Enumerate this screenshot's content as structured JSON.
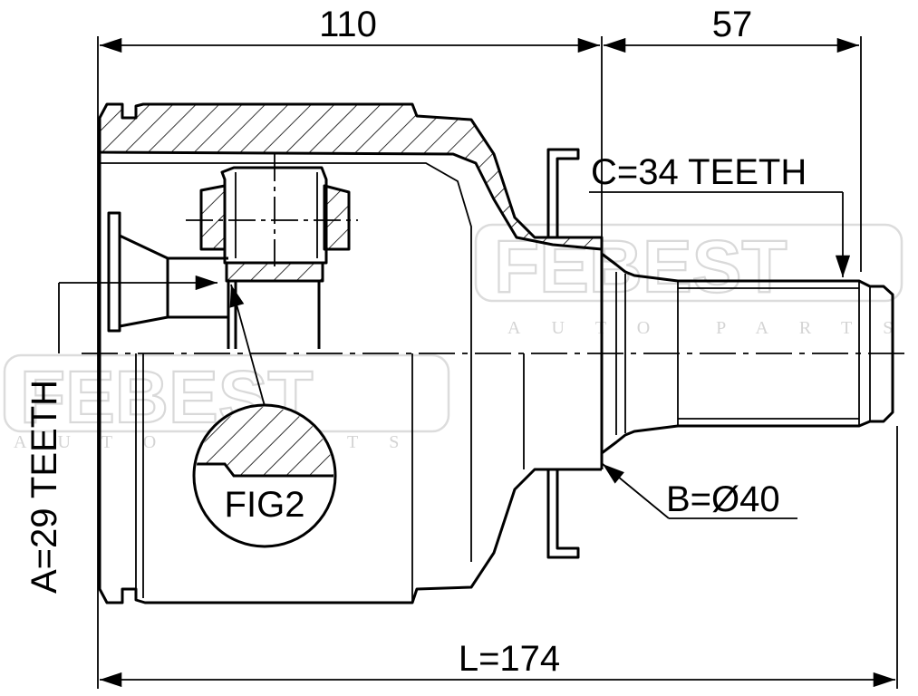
{
  "drawing": {
    "dimensions": {
      "top_left": "110",
      "top_right": "57",
      "total_length": "L=174",
      "inner_teeth": "A=29 TEETH",
      "outer_teeth": "C=34 TEETH",
      "abs_ring": "B=Ø40",
      "detail_label": "FIG2"
    },
    "watermark": {
      "brand": "FEBEST",
      "tagline": "AUTO PARTS"
    }
  }
}
